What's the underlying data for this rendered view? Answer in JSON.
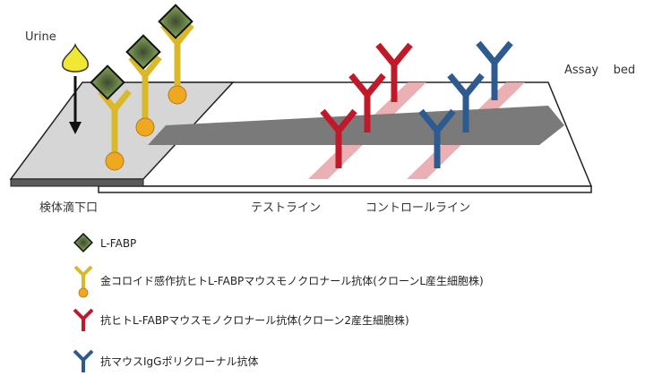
{
  "labels": {
    "urine": "Urine",
    "assay_bed": "Assay    bed",
    "sample_drop": "検体滴下口",
    "test_line": "テストライン",
    "control_line": "コントロールライン"
  },
  "legend": [
    {
      "icon": "antigen-diamond-icon",
      "text": "L-FABP"
    },
    {
      "icon": "gold-antibody-icon",
      "text": "金コロイド感作抗ヒトL-FABPマウスモノクロナール抗体(クローンL産生細胞株)"
    },
    {
      "icon": "red-antibody-icon",
      "text": "抗ヒトL-FABPマウスモノクロナール抗体(クローン2産生細胞株)"
    },
    {
      "icon": "blue-antibody-icon",
      "text": "抗マウスIgGポリクローナル抗体"
    }
  ],
  "colors": {
    "gold": "#d9b92a",
    "gold_dot": "#f0a820",
    "red": "#c0192a",
    "blue": "#2e5b8f",
    "diamond": "#6a8a4a",
    "strip_pad": "#d6d6d6",
    "flow_arrow": "#7a7a7a",
    "line_band": "#e8a7ab"
  }
}
